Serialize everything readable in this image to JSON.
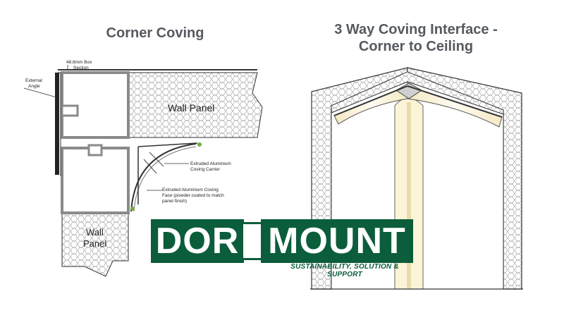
{
  "titles": {
    "left": "Corner Coving",
    "right_line1": "3 Way Coving Interface -",
    "right_line2": "Corner to Ceiling"
  },
  "labels": {
    "box_section_line1": "48.8mm Box",
    "box_section_line2": "Section",
    "external_angle_line1": "External",
    "external_angle_line2": "Angle",
    "wall_panel_top": "Wall Panel",
    "wall_panel_bottom_line1": "Wall",
    "wall_panel_bottom_line2": "Panel",
    "carrier_line1": "Extruded Aluminium",
    "carrier_line2": "Coving Carrier",
    "face_line1": "Extruded Aluminium Coving",
    "face_line2": "Face (powder coated to match",
    "face_line3": "panel finish)"
  },
  "logo": {
    "left_word": "DOR",
    "right_word": "MOUNT",
    "tagline": "SUSTAINABILITY, SOLUTION & SUPPORT"
  },
  "colors": {
    "brand_green": "#0b5d3b",
    "title_gray": "#555a60",
    "accent_green": "#6fae3f",
    "cove_cream": "#fbf4d6"
  }
}
